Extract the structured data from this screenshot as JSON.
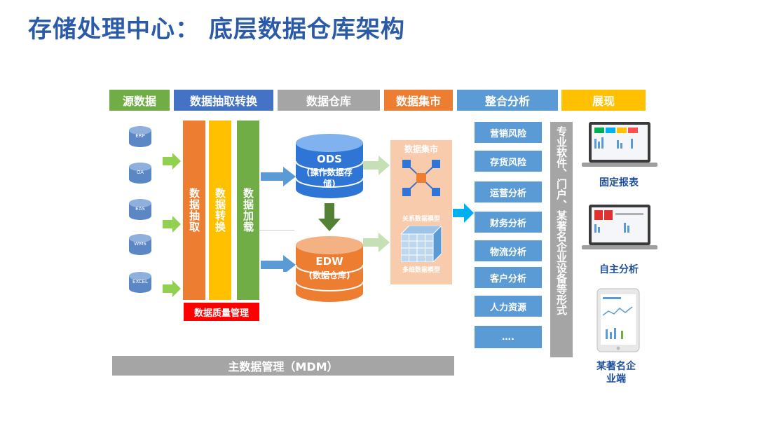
{
  "title": "存储处理中心： 底层数据仓库架构",
  "headers": [
    "源数据",
    "数据抽取转换",
    "数据仓库",
    "数据集市",
    "整合分析",
    "展现"
  ],
  "sources": [
    "ERP",
    "OA",
    "EAS",
    "WMS",
    "EXCEL"
  ],
  "etl": [
    "数据抽取",
    "数据转换",
    "数据加载"
  ],
  "quality": "数据质量管理",
  "warehouse": {
    "ods_title": "ODS",
    "ods_sub": "(操作数据存储)",
    "edw_title": "EDW",
    "edw_sub": "(数据仓库)"
  },
  "mart": {
    "title": "数据集市",
    "relational": "关系数据模型",
    "multidim": "多维数据模型"
  },
  "analysis": [
    "营销风险",
    "存货风险",
    "运营分析",
    "财务分析",
    "物流分析",
    "客户分析",
    "人力资源",
    "…."
  ],
  "channel": "专业软件、门户、某著名企业设备等形式",
  "outputs": [
    "固定报表",
    "自主分析",
    "某著名企业端"
  ],
  "mdm": "主数据管理（MDM）",
  "colors": {
    "green": "#70ad47",
    "blue": "#4472c4",
    "gray": "#a5a5a5",
    "orange": "#ed7d31",
    "lightblue": "#5b9bd5",
    "yellow": "#ffc000",
    "red": "#ff0000"
  }
}
